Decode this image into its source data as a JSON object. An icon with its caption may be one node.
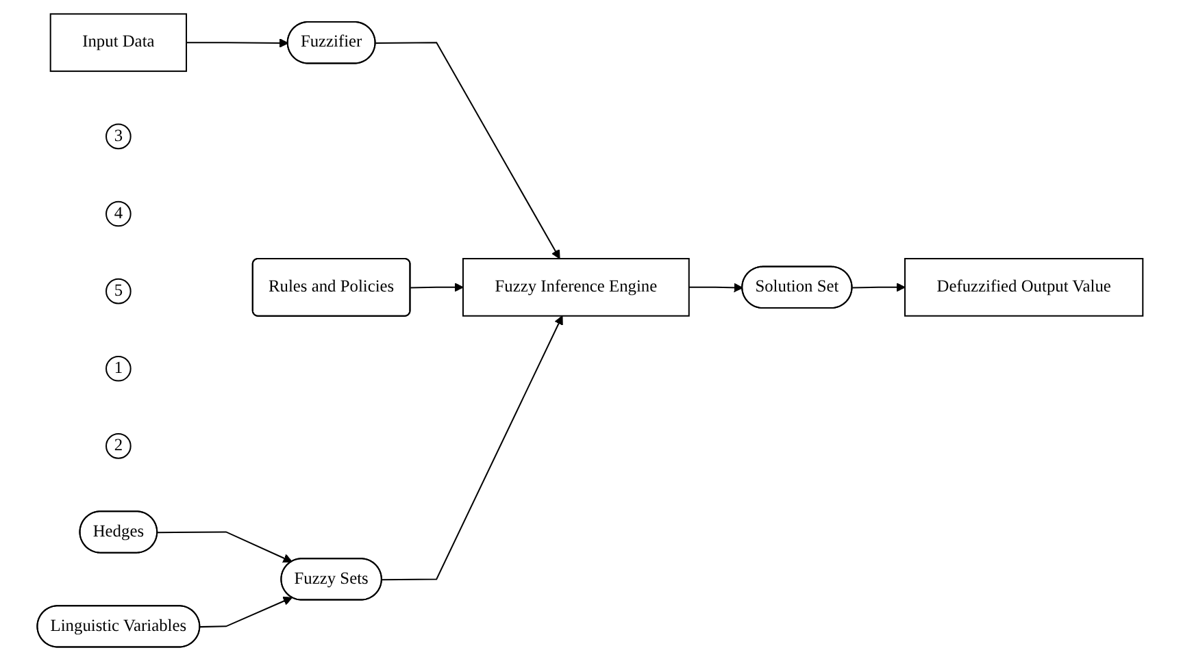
{
  "diagram": {
    "nodes": [
      {
        "text": [
          "Rules and Policies"
        ]
      },
      {
        "text": [
          "Input Data"
        ]
      },
      {
        "text": [
          "Fuzzy Inference Engine"
        ]
      },
      {
        "text": [
          "3"
        ]
      },
      {
        "text": [
          "4"
        ]
      },
      {
        "text": [
          "5"
        ]
      },
      {
        "text": [
          "Defuzzified Output Value"
        ]
      },
      {
        "text": [
          "1"
        ]
      },
      {
        "text": [
          "Fuzzifier"
        ]
      },
      {
        "text": [
          "Solution Set"
        ]
      },
      {
        "text": [
          "2"
        ]
      },
      {
        "text": [
          "Fuzzy Sets"
        ]
      },
      {
        "text": [
          "Hedges"
        ]
      },
      {
        "text": [
          "Linguistic Variables"
        ]
      }
    ],
    "edges": [
      {
        "from": 1,
        "to": 8,
        "arrow": "to"
      },
      {
        "from": 8,
        "to": 2,
        "arrow": "to"
      },
      {
        "from": 0,
        "to": 2,
        "arrow": "to"
      },
      {
        "from": 2,
        "to": 9,
        "arrow": "to"
      },
      {
        "from": 9,
        "to": 6,
        "arrow": "to"
      },
      {
        "from": 12,
        "to": 11,
        "arrow": "to"
      },
      {
        "from": 13,
        "to": 11,
        "arrow": "to"
      },
      {
        "from": 11,
        "to": 2,
        "arrow": "to"
      }
    ]
  }
}
